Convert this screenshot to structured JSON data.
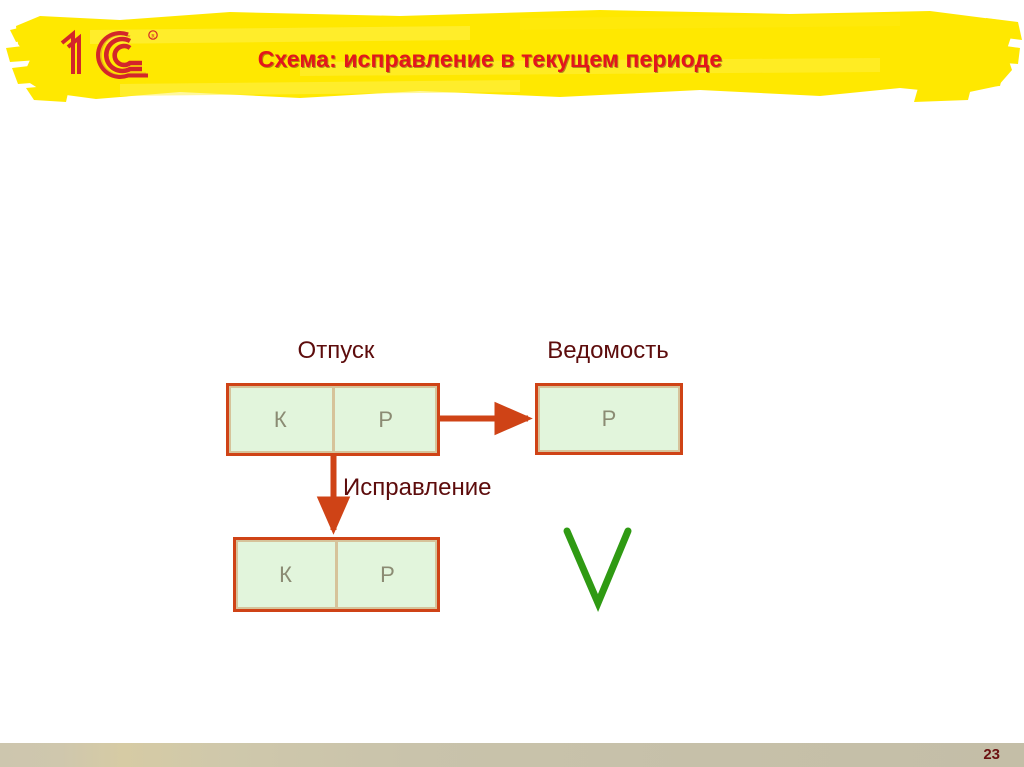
{
  "slide": {
    "title": "Схема: исправление в текущем периоде",
    "page_number": "23",
    "brand": "1C",
    "brand_registered": "®"
  },
  "colors": {
    "banner_yellow": "#ffe800",
    "title_red": "#e3161c",
    "box_border": "#cf4316",
    "box_inner_border": "#d6c39a",
    "box_fill": "#e2f5dc",
    "cell_letter": "#8b8b73",
    "label_maroon": "#5d0c0c",
    "arrow": "#cf4316",
    "check_green": "#2f9a13",
    "footer_tan": "#c9c3ab",
    "page_number_color": "#6b1111"
  },
  "diagram": {
    "labels": {
      "source": "Отпуск",
      "target": "Ведомость",
      "edge": "Исправление"
    },
    "boxes": [
      {
        "id": "otpusk-top",
        "group": "Отпуск",
        "cells": [
          {
            "text": "К"
          },
          {
            "text": "Р"
          }
        ]
      },
      {
        "id": "vedomost",
        "group": "Ведомость",
        "cells": [
          {
            "text": "Р"
          }
        ]
      },
      {
        "id": "otpusk-bottom",
        "group": "Отпуск",
        "cells": [
          {
            "text": "К"
          },
          {
            "text": "Р"
          }
        ]
      }
    ],
    "edges": [
      {
        "from": "otpusk-top",
        "to": "vedomost",
        "label": "",
        "direction": "right"
      },
      {
        "from": "otpusk-top",
        "to": "otpusk-bottom",
        "label": "Исправление",
        "direction": "down"
      }
    ],
    "marks": [
      {
        "type": "check-v",
        "color": "#2f9a13"
      }
    ]
  }
}
